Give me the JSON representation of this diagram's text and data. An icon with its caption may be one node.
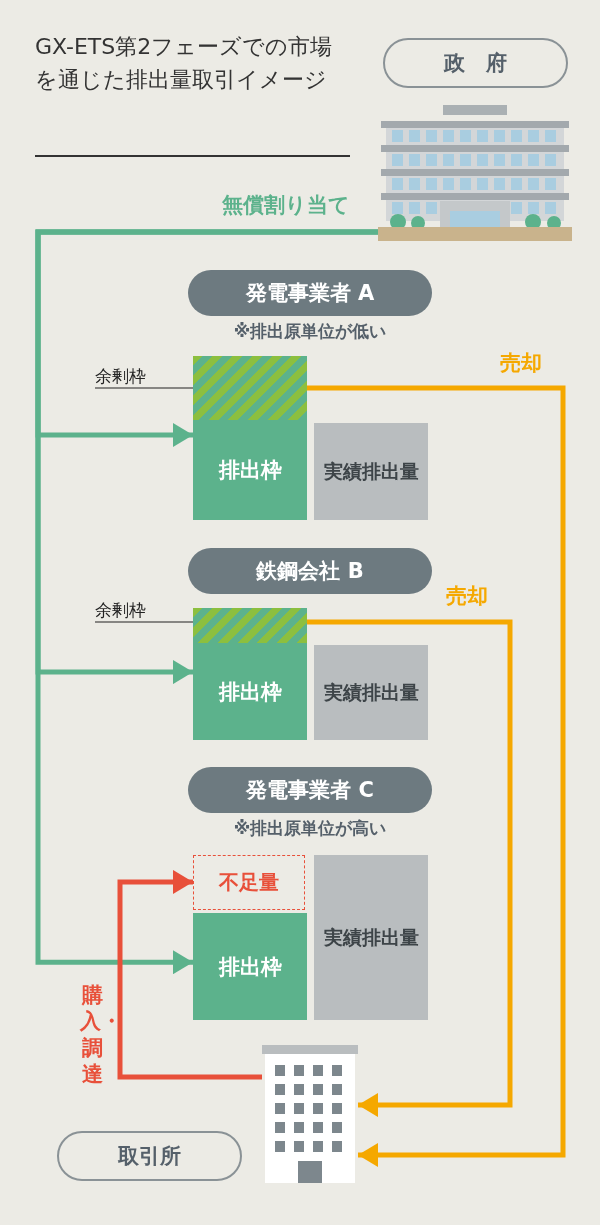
{
  "diagram": {
    "title": "GX-ETS第2フェーズでの市場を通じた排出量取引イメージ",
    "nodes": [
      {
        "text": [
          "政　府"
        ]
      },
      {
        "text": [],
        "shape": "picture"
      },
      {
        "text": [
          "発電事業者 A"
        ],
        "beside": [
          "※排出原単位が低い"
        ]
      },
      {
        "text": [
          "余剰枠"
        ]
      },
      {
        "text": [],
        "shape": "box"
      },
      {
        "text": [
          "排出枠"
        ]
      },
      {
        "text": [
          "実績排出量"
        ]
      },
      {
        "text": [
          "鉄鋼会社 B"
        ]
      },
      {
        "text": [
          "余剰枠"
        ]
      },
      {
        "text": [],
        "shape": "box"
      },
      {
        "text": [
          "排出枠"
        ]
      },
      {
        "text": [
          "実績排出量"
        ]
      },
      {
        "text": [
          "発電事業者 C"
        ],
        "beside": [
          "※排出原単位が高い"
        ]
      },
      {
        "text": [
          "不足量"
        ]
      },
      {
        "text": [
          "排出枠"
        ]
      },
      {
        "text": [
          "実績排出量"
        ]
      },
      {
        "text": [],
        "shape": "picture"
      },
      {
        "text": [
          "取引所"
        ]
      }
    ],
    "edges": [
      {
        "from": 1,
        "to": 5,
        "arrow": "to",
        "label": "無償割り当て"
      },
      {
        "from": 1,
        "to": 10,
        "arrow": "to"
      },
      {
        "from": 1,
        "to": 14,
        "arrow": "to"
      },
      {
        "from": 3,
        "to": 4,
        "arrow": "other",
        "color": "#222222"
      },
      {
        "from": 4,
        "to": 16,
        "arrow": "to",
        "label": "売却",
        "color": "#f5a800"
      },
      {
        "from": 8,
        "to": 9,
        "arrow": "other",
        "color": "#222222"
      },
      {
        "from": 9,
        "to": 16,
        "arrow": "to",
        "label": "売却",
        "color": "#f5a800"
      },
      {
        "from": 16,
        "to": 13,
        "arrow": "to",
        "label": "購入・調達",
        "color": "#e8503a"
      }
    ]
  }
}
